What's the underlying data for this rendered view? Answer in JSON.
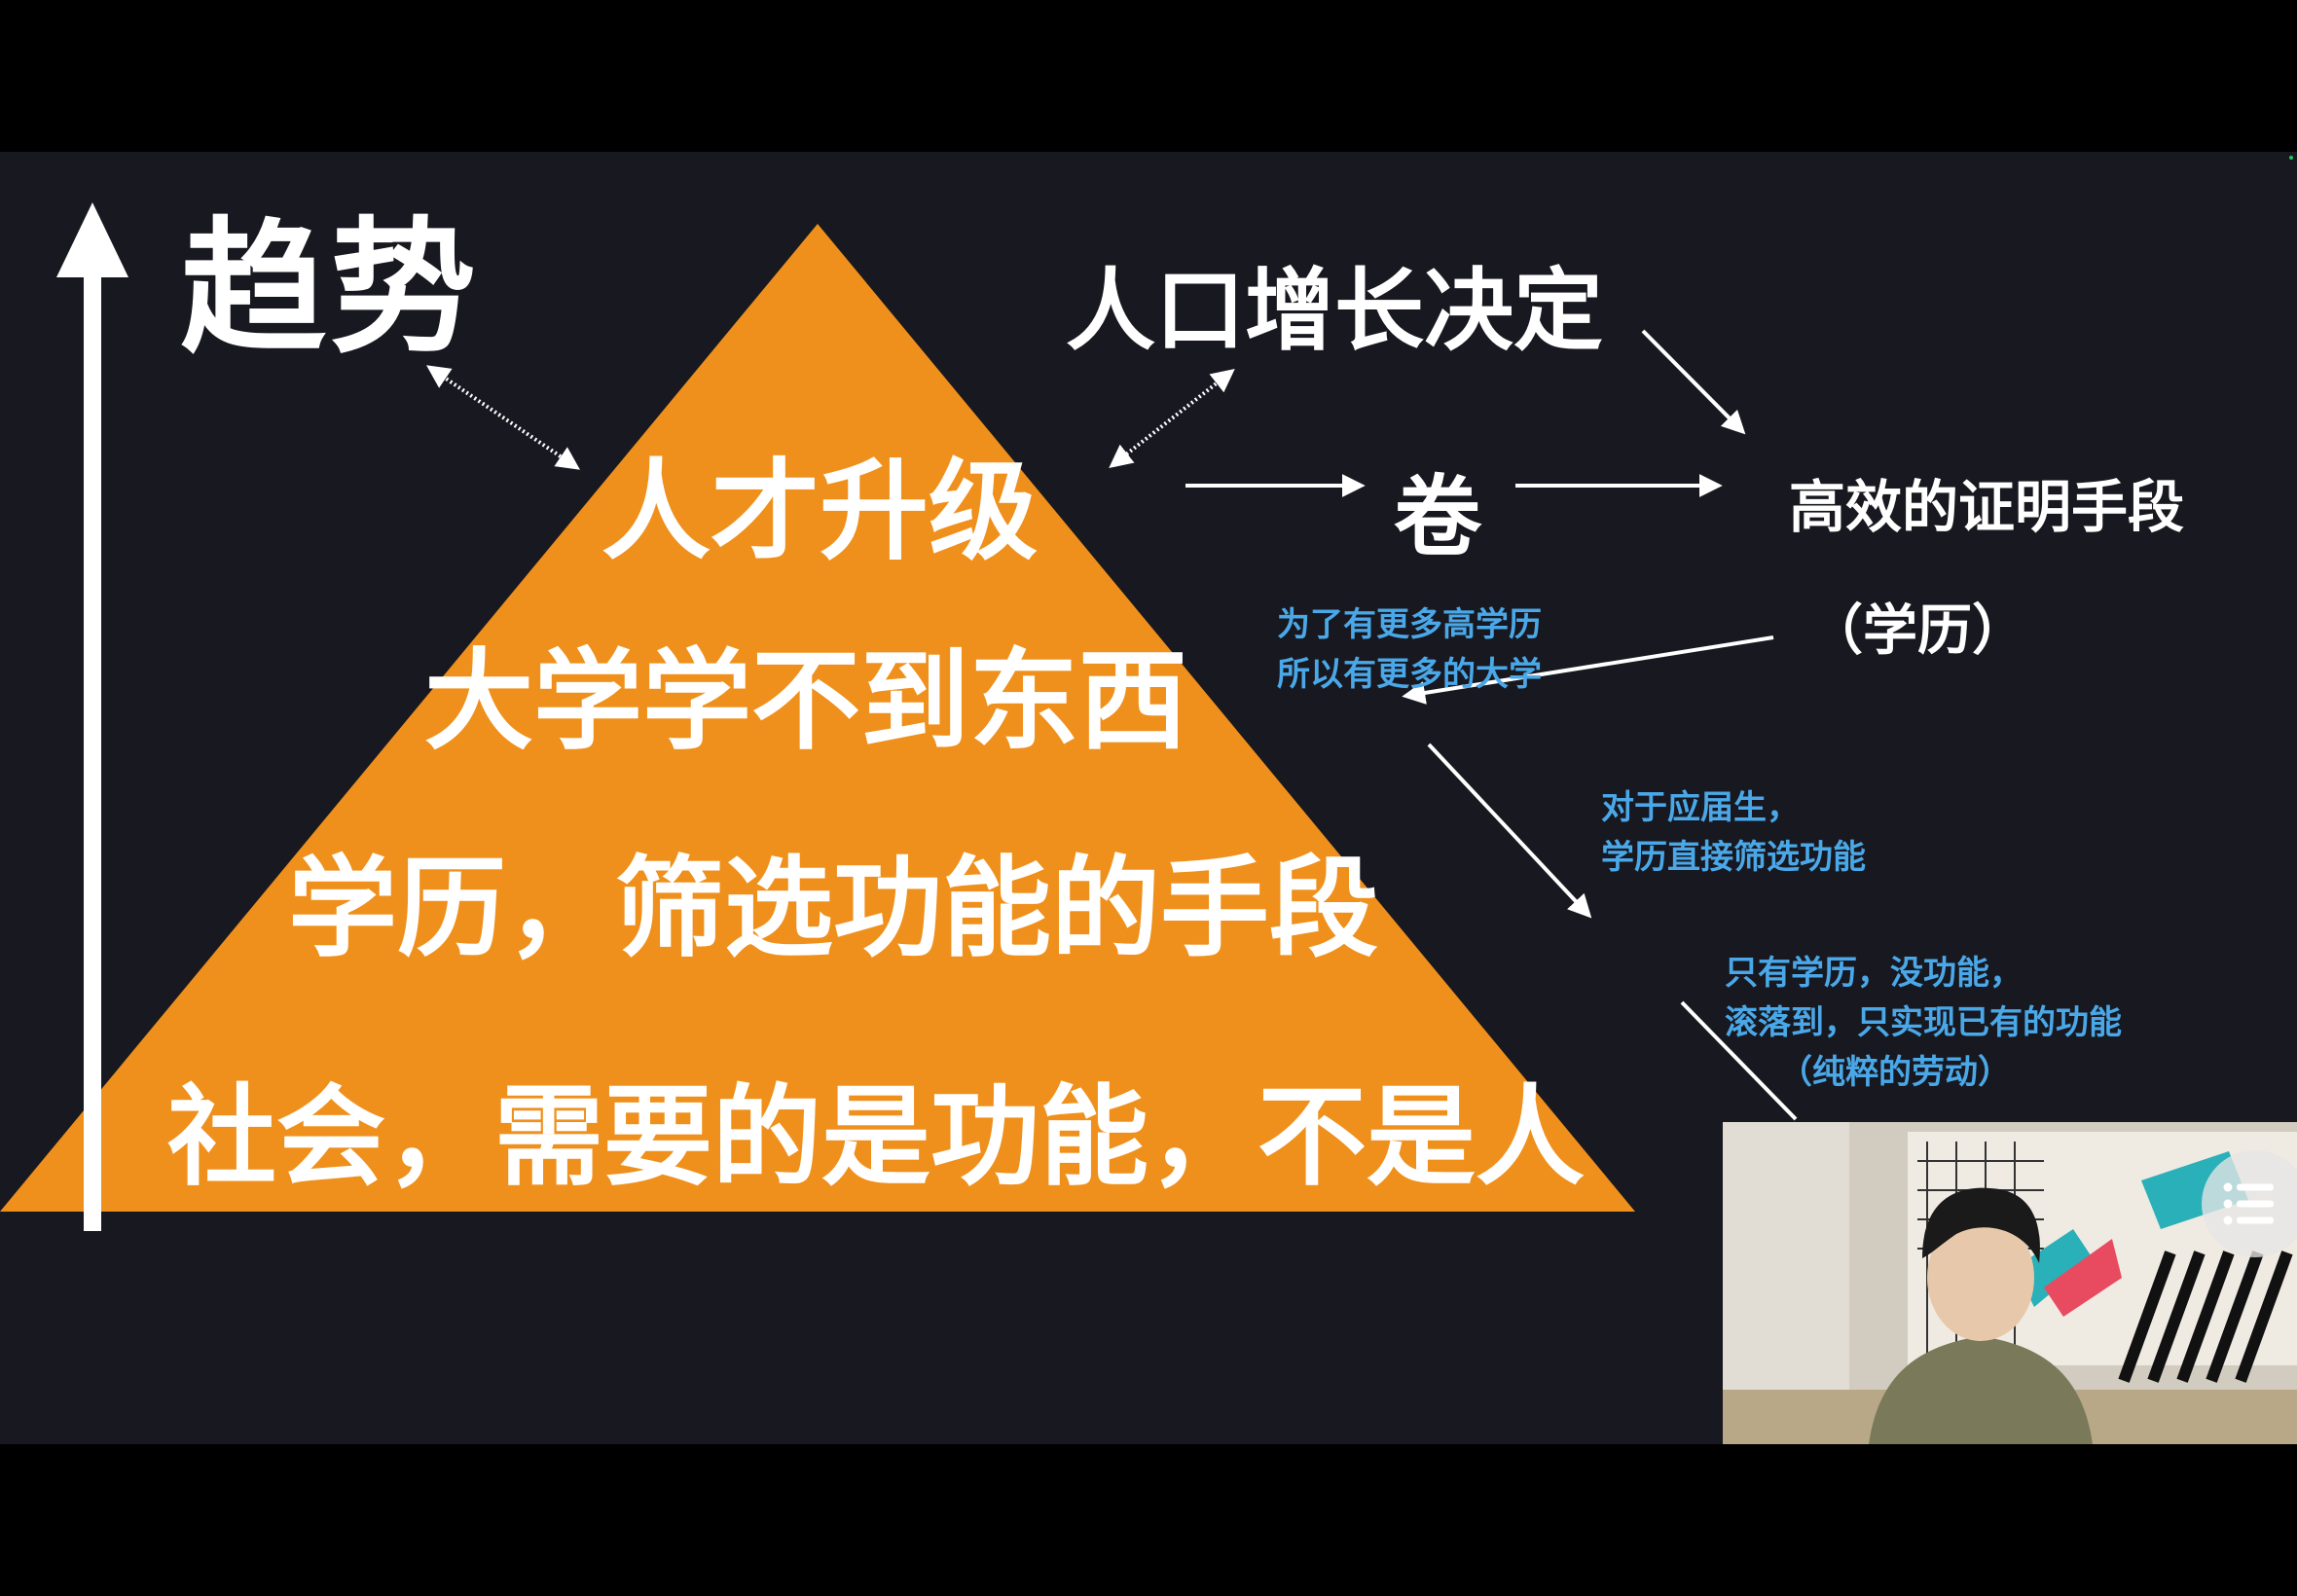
{
  "slide": {
    "title": "趋势",
    "pyramid_lines": [
      "人才升级",
      "大学学不到东西",
      "学历，筛选功能的手段",
      "社会，需要的是功能，不是人"
    ],
    "annotations": {
      "population": "人口增长决定",
      "juan": "卷",
      "proof": "高效的证明手段",
      "xueli": "（学历）",
      "note_universities": [
        "为了有更多高学历",
        "所以有更多的大学"
      ],
      "note_graduates": [
        "对于应届生，",
        "学历直接筛选功能"
      ],
      "note_function": [
        "只有学历，没功能，",
        "滚落到，只实现已有的功能",
        "（纯粹的劳动）"
      ]
    }
  },
  "colors": {
    "background": "#181820",
    "pyramid": "#f0901c",
    "text": "#ffffff",
    "note_blue": "#4aa8e8"
  },
  "icons": {
    "toc": "list-icon",
    "up_arrow": "up-arrow-icon"
  }
}
